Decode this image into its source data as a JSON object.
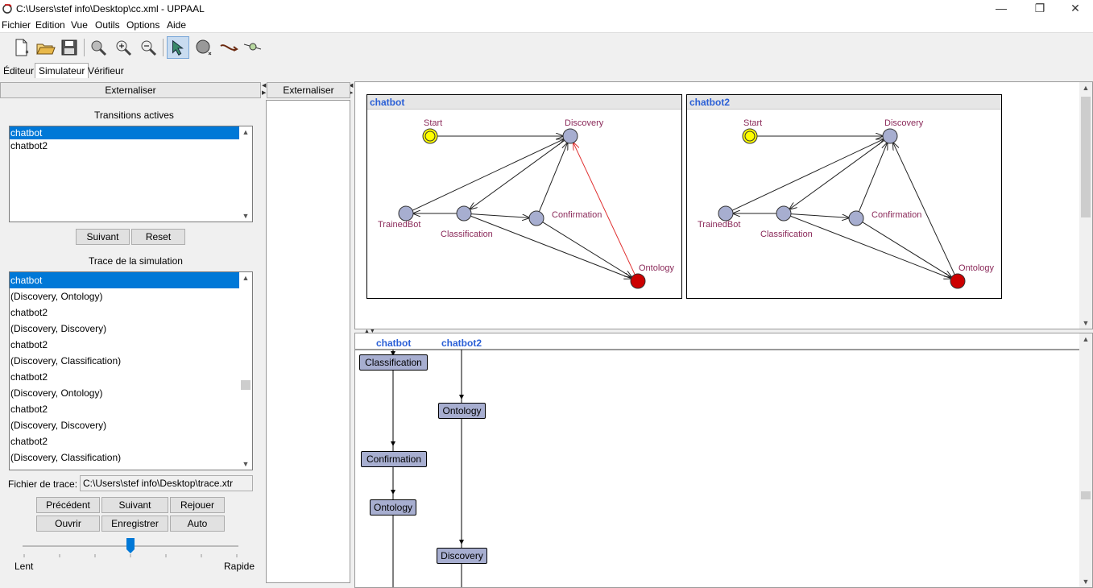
{
  "window": {
    "title": "C:\\Users\\stef info\\Desktop\\cc.xml - UPPAAL"
  },
  "menu": [
    "Fichier",
    "Edition",
    "Vue",
    "Outils",
    "Options",
    "Aide"
  ],
  "tabs": [
    {
      "label": "Éditeur",
      "active": false
    },
    {
      "label": "Simulateur",
      "active": true
    },
    {
      "label": "Vérifieur",
      "active": false
    }
  ],
  "left_panel": {
    "externalise_label": "Externaliser",
    "transitions_title": "Transitions actives",
    "transitions": [
      "chatbot",
      "chatbot2"
    ],
    "selected_transition": 0,
    "next_label": "Suivant",
    "reset_label": "Reset",
    "trace_title": "Trace de la simulation",
    "trace": [
      "chatbot",
      "(Discovery, Ontology)",
      "chatbot2",
      "(Discovery, Discovery)",
      "chatbot2",
      "(Discovery, Classification)",
      "chatbot2",
      "(Discovery, Ontology)",
      "chatbot2",
      "(Discovery, Discovery)",
      "chatbot2",
      "(Discovery, Classification)"
    ],
    "trace_file_label": "Fichier de trace:",
    "trace_file_value": "C:\\Users\\stef info\\Desktop\\trace.xtr",
    "buttons_row1": [
      "Précédent",
      "Suivant",
      "Rejouer"
    ],
    "buttons_row2": [
      "Ouvrir",
      "Enregistrer",
      "Auto"
    ],
    "speed_min_label": "Lent",
    "speed_max_label": "Rapide",
    "speed_level": 0.5
  },
  "middle_panel": {
    "externalise_label": "Externaliser"
  },
  "templates": [
    {
      "name": "chatbot",
      "locations": {
        "start": "Start",
        "discovery": "Discovery",
        "trained": "TrainedBot",
        "classification": "Classification",
        "confirmation": "Confirmation",
        "ontology": "Ontology"
      },
      "highlight_edge": "ontology-discovery"
    },
    {
      "name": "chatbot2",
      "locations": {
        "start": "Start",
        "discovery": "Discovery",
        "trained": "TrainedBot",
        "classification": "Classification",
        "confirmation": "Confirmation",
        "ontology": "Ontology"
      },
      "highlight_edge": ""
    }
  ],
  "sequence": {
    "processes": [
      "chatbot",
      "chatbot2"
    ],
    "chatbot_states": [
      "Classification",
      "Confirmation",
      "Ontology"
    ],
    "chatbot2_states": [
      "Ontology",
      "Discovery"
    ]
  },
  "colors": {
    "selection": "#0078d7",
    "initial_location": "#ffff00",
    "current_location": "#cc0000",
    "location": "#a7aed0",
    "highlight_edge": "#e03030",
    "template_title": "#2a5fd6",
    "location_label": "#8b2a5a"
  }
}
